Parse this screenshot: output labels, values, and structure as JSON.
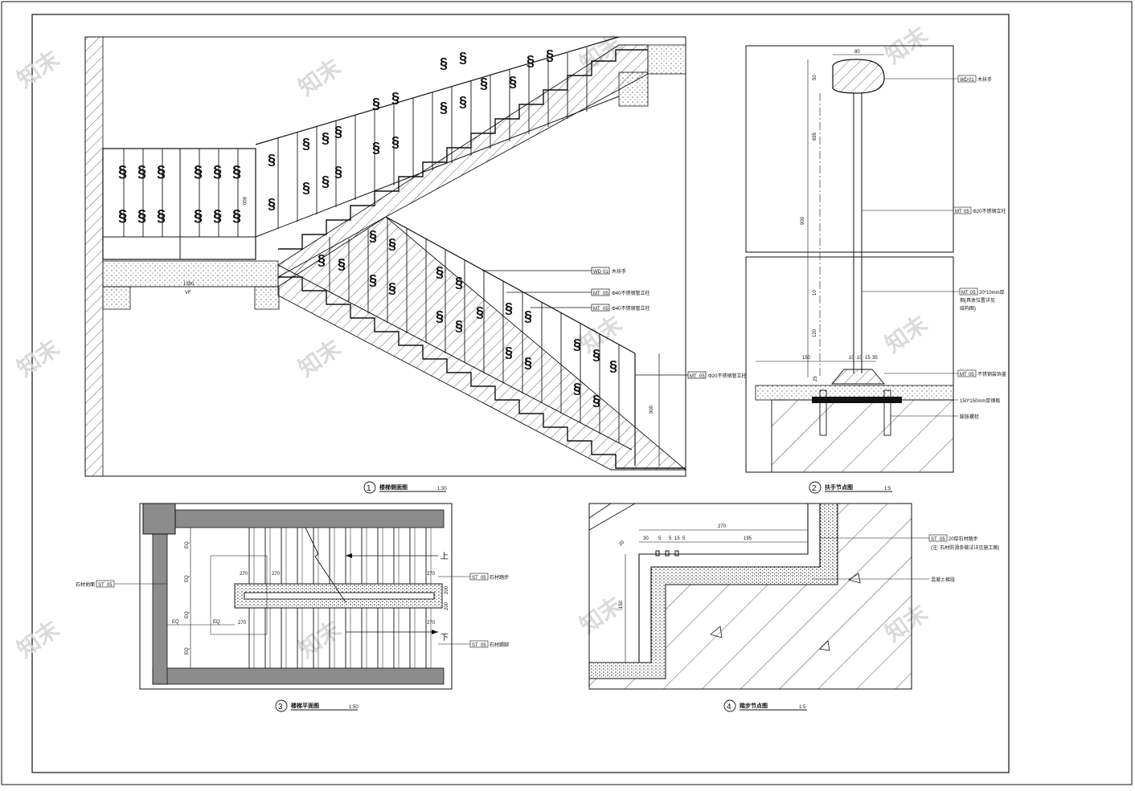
{
  "sheet": {
    "watermark": "知末",
    "stroke": "#111111",
    "fill_light": "#bdbdbd",
    "fill_dark": "#8c8c8c"
  },
  "view1": {
    "number": "1",
    "title": "楼梯侧面图",
    "scale": "1:30",
    "dim_900_a": "900",
    "dim_900_b": "900",
    "dim_1350": "1350",
    "dim_vf": "VF",
    "tags": [
      {
        "code": "WD",
        "sub": "01",
        "text": "木扶手"
      },
      {
        "code": "MT",
        "sub": "05",
        "text": "Φ40不锈钢管立柱"
      },
      {
        "code": "MT",
        "sub": "05",
        "text": "Φ40不锈钢管立柱"
      },
      {
        "code": "MT",
        "sub": "05",
        "text": "Φ20不锈钢管立柱"
      }
    ]
  },
  "view2": {
    "number": "2",
    "title": "扶手节点图",
    "scale": "1:5",
    "dims": {
      "top": "80",
      "d50": "50",
      "d695": "695",
      "d900": "900",
      "d10": "10",
      "d120": "120",
      "d150": "150",
      "d10b": "10",
      "d10c": "10",
      "d15": "15",
      "d35": "35",
      "d25": "25"
    },
    "tags": [
      {
        "code": "WD",
        "sub": "01",
        "text": "木扶手"
      },
      {
        "code": "MT",
        "sub": "05",
        "text": "Φ20不锈钢立柱"
      },
      {
        "code": "MT",
        "sub": "05",
        "text": "20*10mm厚"
      },
      {
        "code": "MT",
        "sub": "05",
        "text": "不锈钢装饰盖"
      }
    ],
    "note_a": "钢(具体位置详见",
    "note_b": "结构图)",
    "plate": "150*150mm厚钢板",
    "bolt": "膨胀螺栓"
  },
  "view3": {
    "number": "3",
    "title": "楼梯平面图",
    "scale": "1:50",
    "eq": "EQ",
    "dim_270": "270",
    "dim_200": "200",
    "up": "上",
    "down": "下",
    "left_tag": {
      "label": "石材地面",
      "code": "ST",
      "sub": "05"
    },
    "tags": [
      {
        "code": "ST",
        "sub": "05",
        "text": "石材踏步"
      },
      {
        "code": "ST",
        "sub": "05",
        "text": "石材踢脚"
      }
    ]
  },
  "view4": {
    "number": "4",
    "title": "踏步节点图",
    "scale": "1:5",
    "dims": {
      "d270": "270",
      "d30": "30",
      "d5a": "5",
      "d5b": "5",
      "d15": "15",
      "d5c": "5",
      "d195": "195",
      "d20": "20",
      "d150": "150"
    },
    "tag": {
      "code": "ST",
      "sub": "05",
      "text": "20厚石材踏步"
    },
    "note": "(注: 石材防滑条做法详见施工图)",
    "concrete": "混凝土梯段"
  }
}
